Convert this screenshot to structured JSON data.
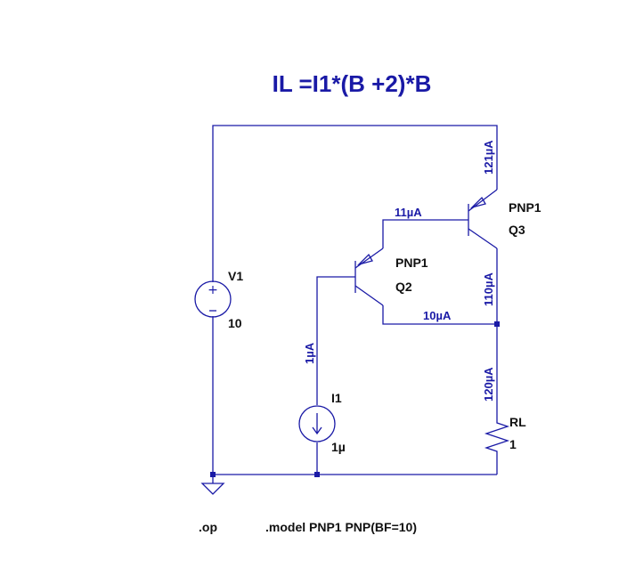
{
  "title": "IL =I1*(B +2)*B",
  "components": {
    "v1": {
      "name": "V1",
      "value": "10"
    },
    "i1": {
      "name": "I1",
      "value": "1µ"
    },
    "q2": {
      "model": "PNP1",
      "name": "Q2"
    },
    "q3": {
      "model": "PNP1",
      "name": "Q3"
    },
    "rl": {
      "name": "RL",
      "value": "1"
    }
  },
  "currents": {
    "q3_emitter": "121µA",
    "q3_base": "11µA",
    "q3_collector": "110µA",
    "q2_collector": "10µA",
    "i1_branch": "1µA",
    "rl_branch": "120µA"
  },
  "directives": {
    "op": ".op",
    "model": ".model PNP1 PNP(BF=10)"
  },
  "colors": {
    "wire": "#1a1aa6",
    "text": "#111111"
  }
}
